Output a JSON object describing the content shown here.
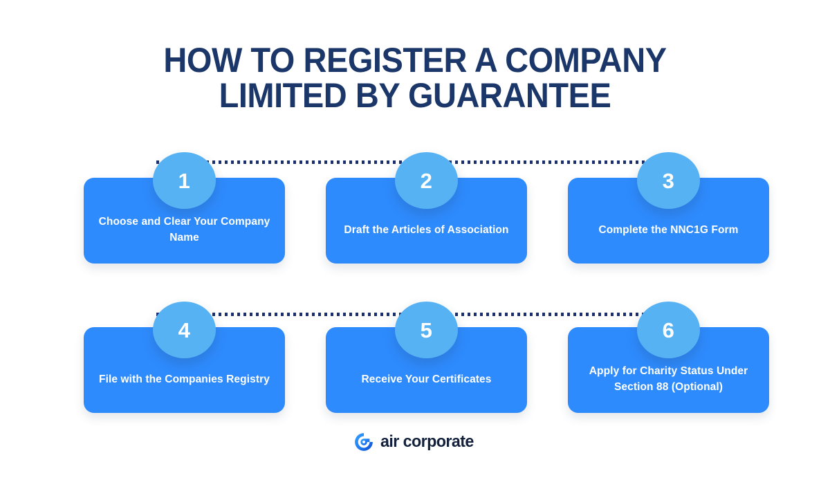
{
  "title": {
    "line1": "HOW TO REGISTER A COMPANY",
    "line2": "LIMITED BY GUARANTEE"
  },
  "colors": {
    "title_navy": "#1b3668",
    "card_blue": "#2e8bfd",
    "badge_blue": "#57b2f4",
    "dot_navy": "#1b2f6e",
    "card_text": "#ffffff",
    "background": "#ffffff",
    "logo_text": "#14213d",
    "logo_mark": "#1f7cf2"
  },
  "steps": [
    {
      "number": "1",
      "label": "Choose and Clear Your Company Name"
    },
    {
      "number": "2",
      "label": "Draft the Articles of Association"
    },
    {
      "number": "3",
      "label": "Complete the NNC1G Form"
    },
    {
      "number": "4",
      "label": "File with the Companies Registry"
    },
    {
      "number": "5",
      "label": "Receive Your Certificates"
    },
    {
      "number": "6",
      "label": "Apply for Charity Status Under Section 88 (Optional)"
    }
  ],
  "logo": {
    "text": "air corporate",
    "mark_icon": "air-corporate-swirl-icon"
  }
}
